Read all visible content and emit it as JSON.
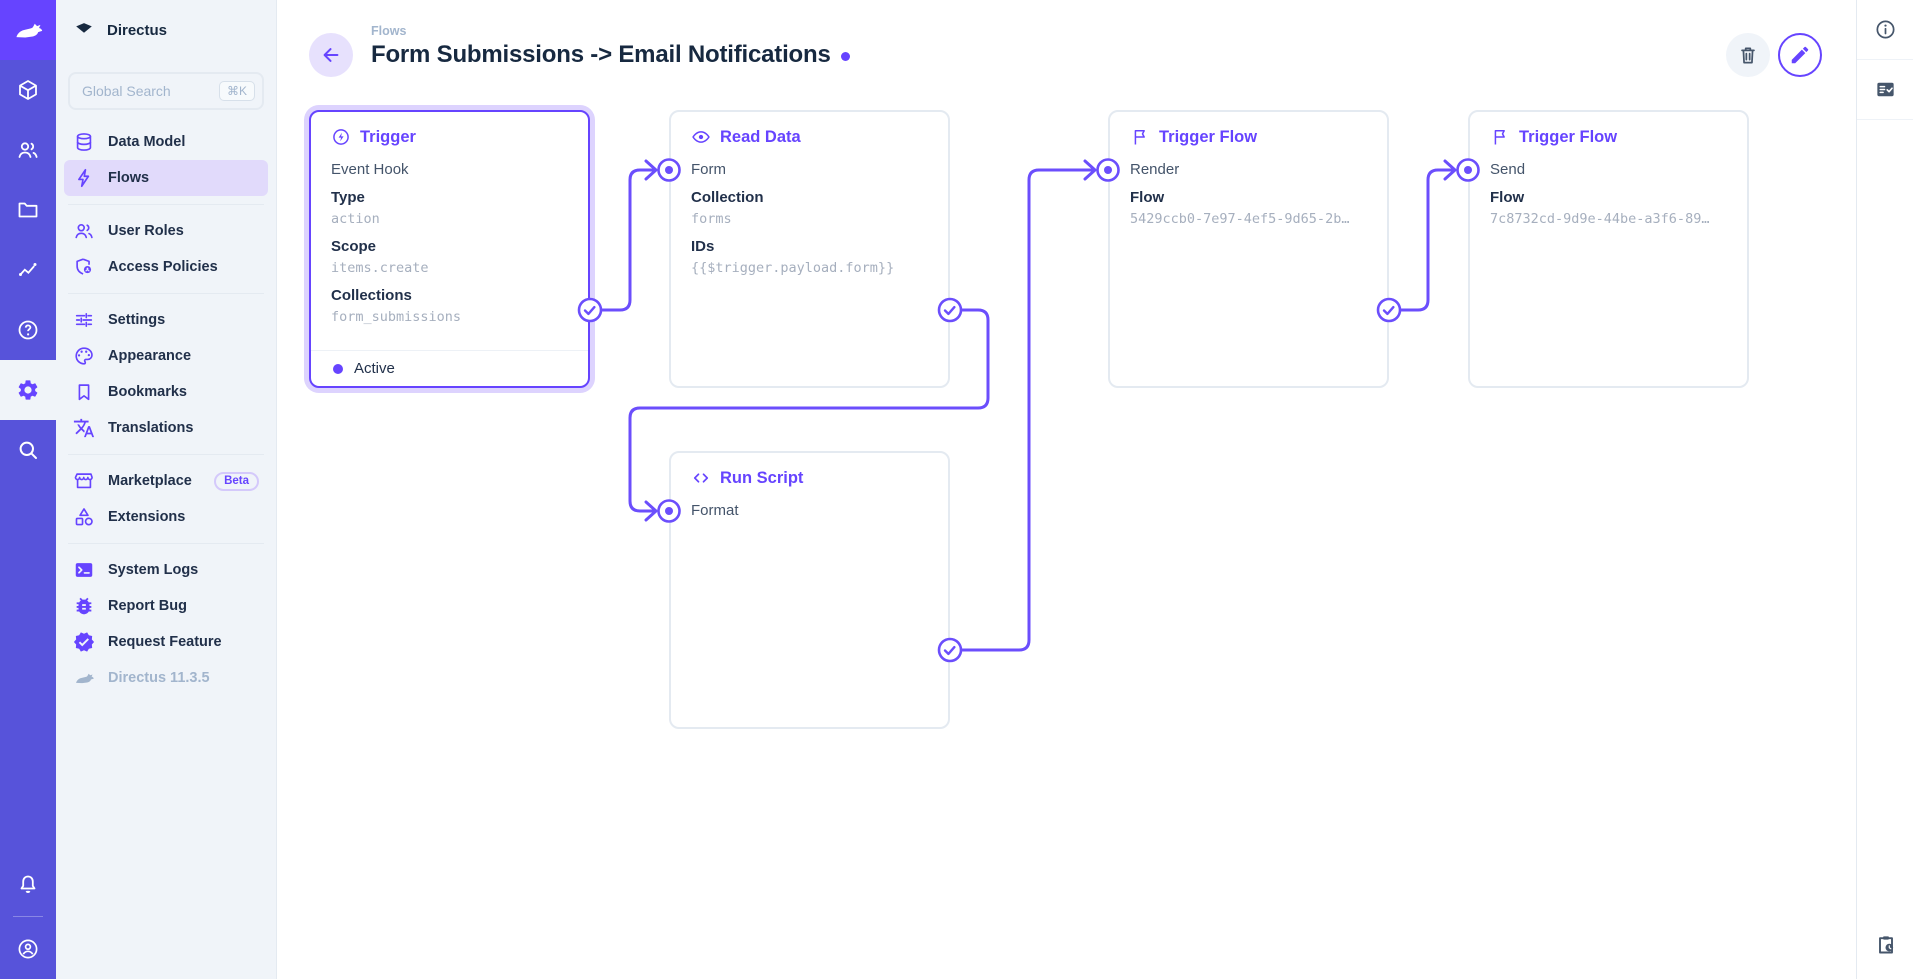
{
  "colors": {
    "accent": "#6644FF",
    "module_bar_bg": "#5753DA",
    "sidebar_bg": "#F0F4F9",
    "active_nav_bg": "#E1DAFB",
    "wire": "#6B4EFC",
    "muted_text": "#A2B5CD",
    "dark_text": "#172940",
    "panel_border": "#E4EAF1"
  },
  "module_bar": {
    "logo_icon": "directus-rabbit-icon",
    "modules": [
      {
        "icon": "content-cube-icon"
      },
      {
        "icon": "user-directory-icon"
      },
      {
        "icon": "files-folder-icon"
      },
      {
        "icon": "insights-chart-icon"
      },
      {
        "icon": "help-icon"
      },
      {
        "icon": "settings-gear-icon",
        "active": true
      },
      {
        "icon": "search-icon"
      }
    ],
    "bottom": [
      {
        "icon": "notifications-bell-icon"
      },
      {
        "icon": "user-avatar-icon"
      }
    ]
  },
  "sidebar": {
    "project_name": "Directus",
    "search": {
      "placeholder": "Global Search",
      "shortcut": "⌘K"
    },
    "items": [
      {
        "label": "Data Model",
        "icon": "database-icon"
      },
      {
        "label": "Flows",
        "icon": "bolt-icon",
        "active": true
      },
      {
        "label": "User Roles",
        "icon": "user-roles-icon"
      },
      {
        "label": "Access Policies",
        "icon": "shield-user-icon"
      },
      {
        "label": "Settings",
        "icon": "tune-sliders-icon"
      },
      {
        "label": "Appearance",
        "icon": "palette-icon"
      },
      {
        "label": "Bookmarks",
        "icon": "bookmark-icon"
      },
      {
        "label": "Translations",
        "icon": "translate-icon"
      },
      {
        "label": "Marketplace",
        "icon": "storefront-icon",
        "badge": "Beta"
      },
      {
        "label": "Extensions",
        "icon": "category-icon"
      },
      {
        "label": "System Logs",
        "icon": "terminal-icon"
      },
      {
        "label": "Report Bug",
        "icon": "bug-icon"
      },
      {
        "label": "Request Feature",
        "icon": "verified-badge-icon"
      },
      {
        "label": "Directus 11.3.5",
        "icon": "rabbit-gray-icon",
        "muted": true
      }
    ]
  },
  "header": {
    "breadcrumb": "Flows",
    "title": "Form Submissions -> Email Notifications"
  },
  "flow": {
    "nodes": [
      {
        "title": "Trigger",
        "icon": "bolt-circle-icon",
        "name": "Event Hook",
        "fields": [
          {
            "label": "Type",
            "value": "action"
          },
          {
            "label": "Scope",
            "value": "items.create"
          },
          {
            "label": "Collections",
            "value": "form_submissions"
          }
        ],
        "status": "Active",
        "selected": true
      },
      {
        "title": "Read Data",
        "icon": "eye-icon",
        "name": "Form",
        "fields": [
          {
            "label": "Collection",
            "value": "forms"
          },
          {
            "label": "IDs",
            "value": "{{$trigger.payload.form}}"
          }
        ]
      },
      {
        "title": "Trigger Flow",
        "icon": "flag-icon",
        "name": "Render",
        "fields": [
          {
            "label": "Flow",
            "value": "5429ccb0-7e97-4ef5-9d65-2b…"
          }
        ]
      },
      {
        "title": "Trigger Flow",
        "icon": "flag-icon",
        "name": "Send",
        "fields": [
          {
            "label": "Flow",
            "value": "7c8732cd-9d9e-44be-a3f6-89…"
          }
        ]
      },
      {
        "title": "Run Script",
        "icon": "code-icon",
        "name": "Format"
      }
    ]
  }
}
